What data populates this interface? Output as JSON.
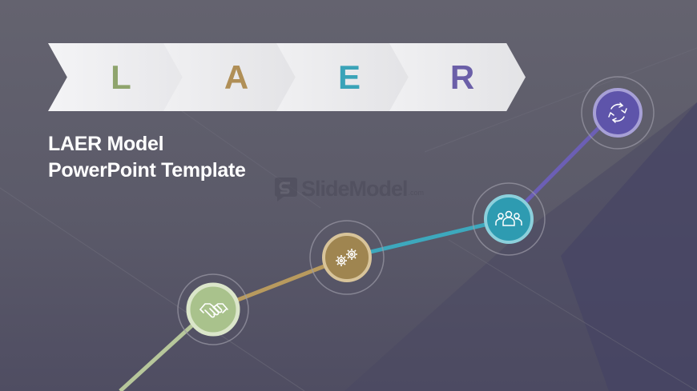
{
  "steps": [
    {
      "letter": "L",
      "color": "#8fa46d",
      "icon": "handshake-icon",
      "node_color": "#a8c28a"
    },
    {
      "letter": "A",
      "color": "#b08f57",
      "icon": "gears-icon",
      "node_color": "#a08650"
    },
    {
      "letter": "E",
      "color": "#3aa3b8",
      "icon": "people-icon",
      "node_color": "#2d9ab0"
    },
    {
      "letter": "R",
      "color": "#6b5fa8",
      "icon": "cycle-arrows-icon",
      "node_color": "#5f55a8"
    }
  ],
  "title": {
    "line1": "LAER Model",
    "line2": "PowerPoint Template"
  },
  "watermark": {
    "name": "SlideModel",
    "suffix": ".com"
  }
}
